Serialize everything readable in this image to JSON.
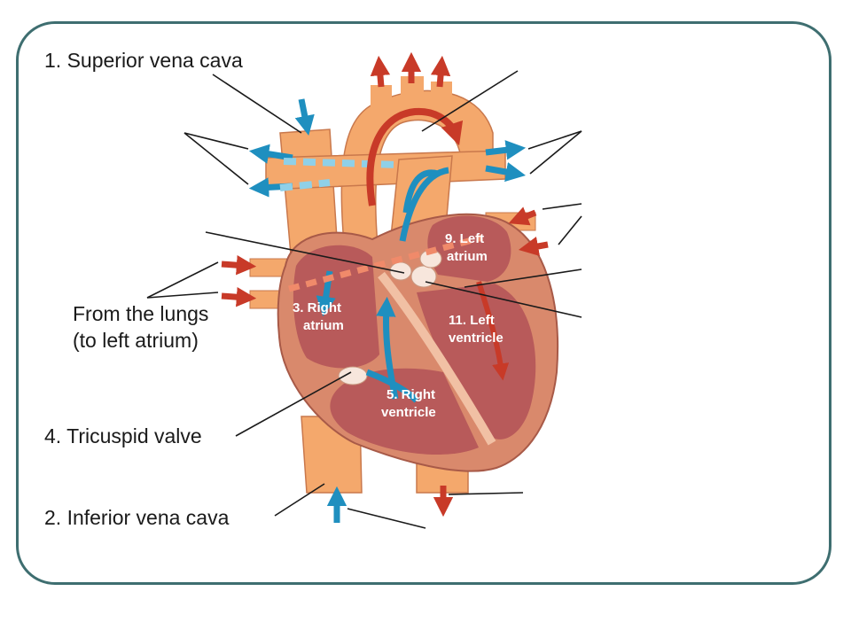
{
  "labels": {
    "superior_vena_cava": "1. Superior vena cava",
    "from_lungs_line1": "From the lungs",
    "from_lungs_line2": "(to left atrium)",
    "tricuspid_valve": "4. Tricuspid valve",
    "inferior_vena_cava": "2. Inferior vena cava"
  },
  "chambers": {
    "right_atrium_l1": "3. Right",
    "right_atrium_l2": "atrium",
    "right_ventricle_l1": "5. Right",
    "right_ventricle_l2": "ventricle",
    "left_atrium_l1": "9. Left",
    "left_atrium_l2": "atrium",
    "left_ventricle_l1": "11. Left",
    "left_ventricle_l2": "ventricle"
  },
  "colors": {
    "frame": "#3e6e70",
    "vessel": "#f4a86c",
    "heart_wall": "#d9896c",
    "chamber": "#b85a5a",
    "oxygenated_arrow": "#c83a28",
    "deoxygenated_arrow": "#1f8fbf",
    "deoxygenated_dashed": "#8fd0e8"
  }
}
